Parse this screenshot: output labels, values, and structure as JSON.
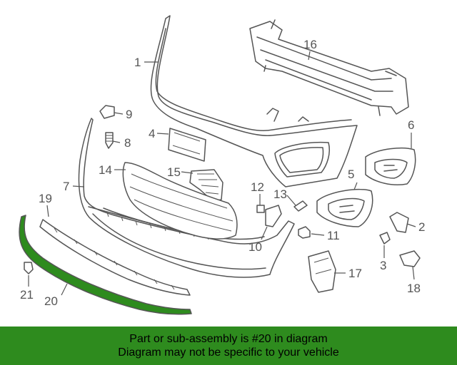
{
  "colors": {
    "line": "#555555",
    "highlight_fill": "#2e8b1e",
    "banner_bg": "#2e8b1e",
    "banner_text": "#000000"
  },
  "callouts": [
    "1",
    "2",
    "3",
    "4",
    "5",
    "6",
    "7",
    "8",
    "9",
    "10",
    "11",
    "12",
    "13",
    "14",
    "15",
    "16",
    "17",
    "18",
    "19",
    "20",
    "21"
  ],
  "highlighted_part": "20",
  "banner": {
    "line1": "Part or sub-assembly is #20 in diagram",
    "line2": "Diagram may not be specific to your vehicle"
  }
}
